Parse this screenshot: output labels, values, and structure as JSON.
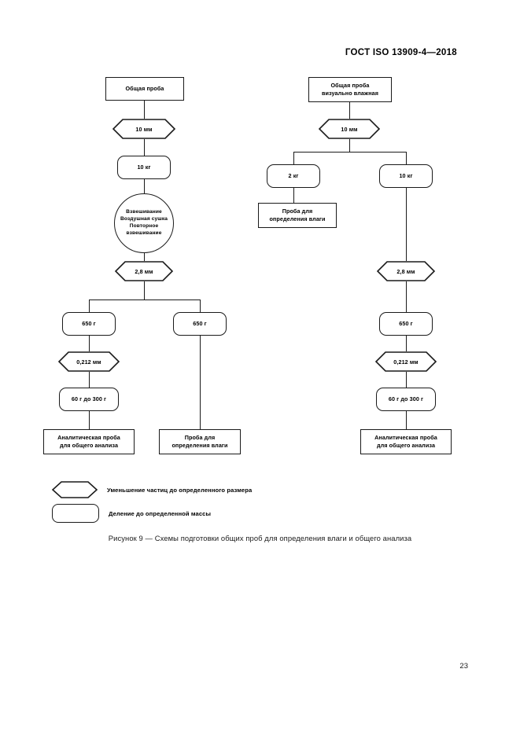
{
  "document": {
    "header": "ГОСТ ISO 13909-4—2018",
    "page_number": "23",
    "caption": "Рисунок 9 — Схемы подготовки общих проб для определения влаги и общего анализа"
  },
  "left_chart": {
    "gross_sample": "Общая проба",
    "size_10mm": "10 мм",
    "mass_10kg": "10 кг",
    "circle_line1": "Взвешивание",
    "circle_line2": "Воздушная сушка",
    "circle_line3": "Повторное",
    "circle_line4": "взвешивание",
    "size_28mm": "2,8 мм",
    "mass_650g_left": "650 г",
    "mass_650g_right": "650 г",
    "size_0212mm": "0,212 мм",
    "mass_60_300g": "60 г до 300 г",
    "analysis_sample_line1": "Аналитическая проба",
    "analysis_sample_line2": "для общего анализа",
    "moisture_sample_line1": "Проба для",
    "moisture_sample_line2": "определения влаги"
  },
  "right_chart": {
    "gross_sample_line1": "Общая проба",
    "gross_sample_line2": "визуально влажная",
    "size_10mm": "10 мм",
    "mass_2kg": "2 кг",
    "mass_10kg": "10 кг",
    "moisture_sample_line1": "Проба для",
    "moisture_sample_line2": "определения влаги",
    "size_28mm": "2,8 мм",
    "mass_650g": "650 г",
    "size_0212mm": "0,212 мм",
    "mass_60_300g": "60 г до 300 г",
    "analysis_sample_line1": "Аналитическая проба",
    "analysis_sample_line2": "для общего анализа"
  },
  "legend": {
    "size_reduction": "Уменьшение частиц до определенного размера",
    "mass_division": "Деление  до определенной массы"
  }
}
